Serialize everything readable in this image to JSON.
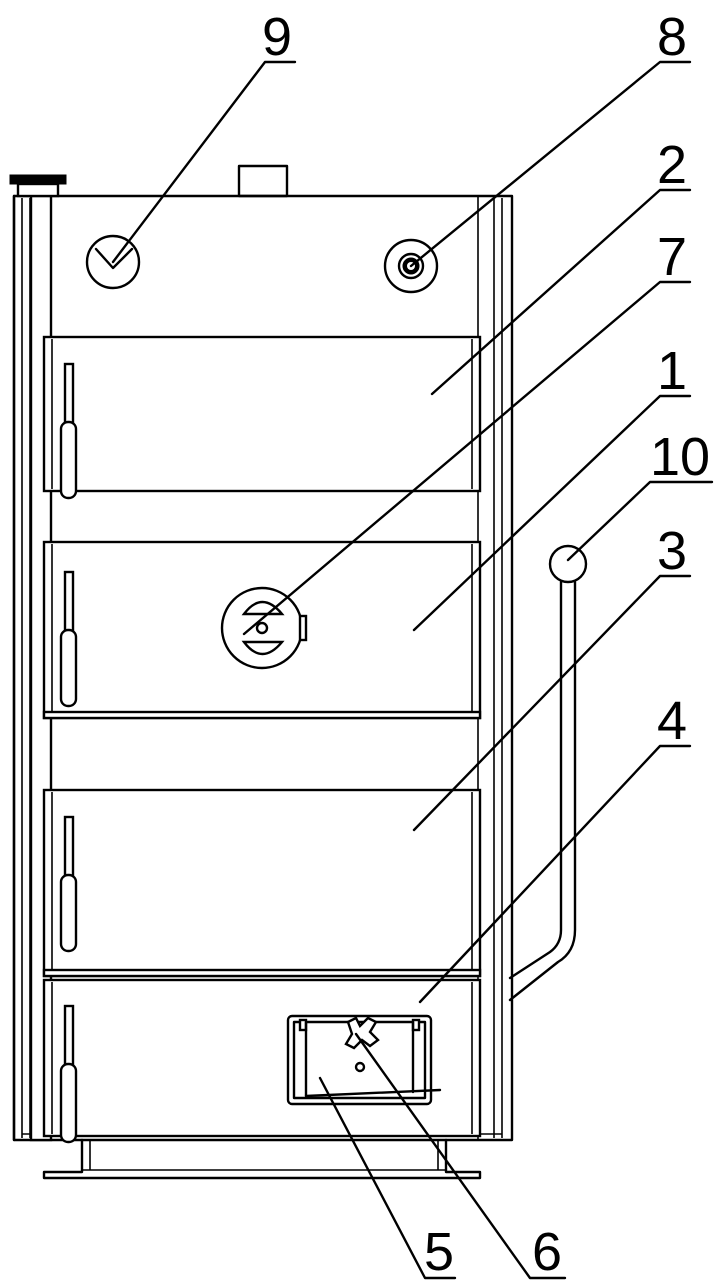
{
  "callouts": [
    {
      "id": "9",
      "text": "9"
    },
    {
      "id": "8",
      "text": "8"
    },
    {
      "id": "2",
      "text": "2"
    },
    {
      "id": "7",
      "text": "7"
    },
    {
      "id": "1",
      "text": "1"
    },
    {
      "id": "10",
      "text": "10"
    },
    {
      "id": "3",
      "text": "3"
    },
    {
      "id": "4",
      "text": "4"
    },
    {
      "id": "5",
      "text": "5"
    },
    {
      "id": "6",
      "text": "6"
    }
  ]
}
